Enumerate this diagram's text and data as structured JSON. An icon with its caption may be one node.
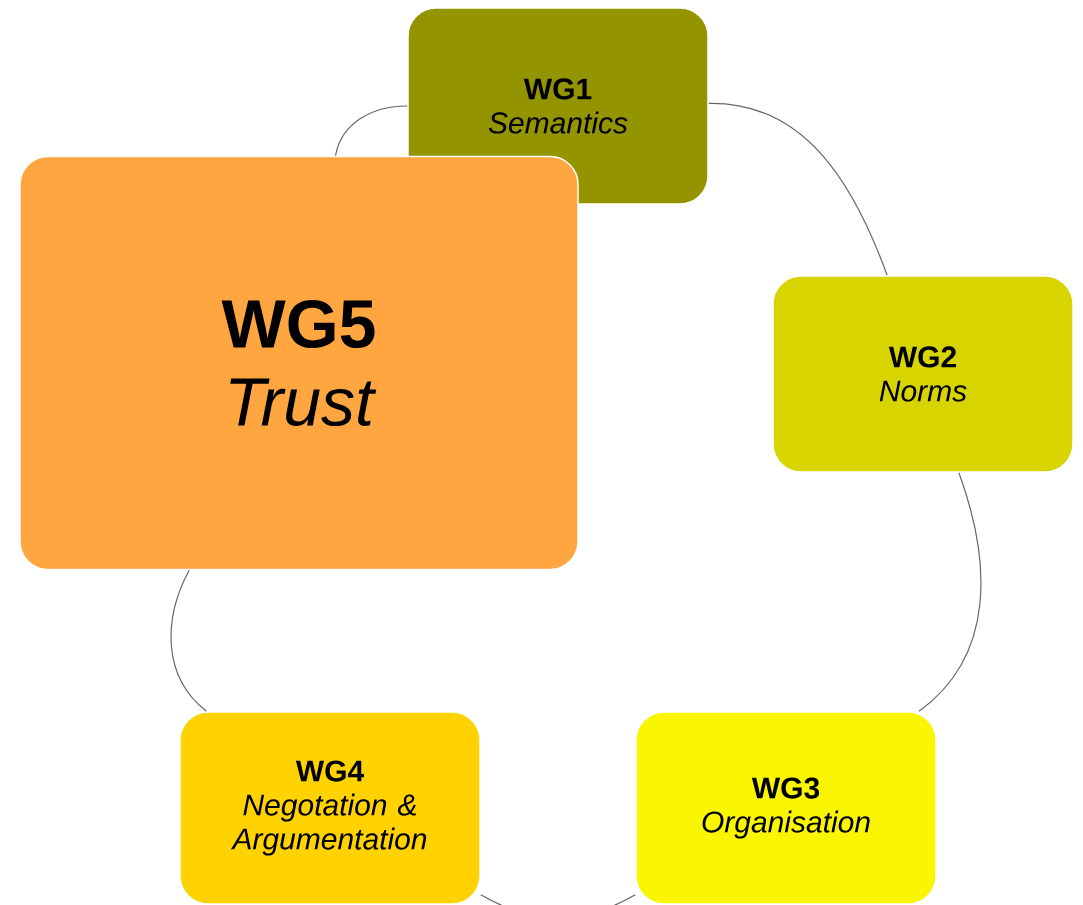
{
  "diagram": {
    "nodes": [
      {
        "text": [
          "WG1",
          "Semantics"
        ]
      },
      {
        "text": [
          "WG2",
          "Norms"
        ]
      },
      {
        "text": [
          "WG3",
          "Organisation"
        ]
      },
      {
        "text": [
          "WG4",
          "Negotation & Argumentation"
        ]
      },
      {
        "text": [
          "WG5",
          "Trust"
        ]
      }
    ],
    "edges": [
      {
        "from": 0,
        "to": 1,
        "arrow": "none"
      },
      {
        "from": 1,
        "to": 2,
        "arrow": "none"
      },
      {
        "from": 2,
        "to": 3,
        "arrow": "none"
      },
      {
        "from": 3,
        "to": 4,
        "arrow": "none"
      },
      {
        "from": 4,
        "to": 0,
        "arrow": "none"
      }
    ]
  }
}
